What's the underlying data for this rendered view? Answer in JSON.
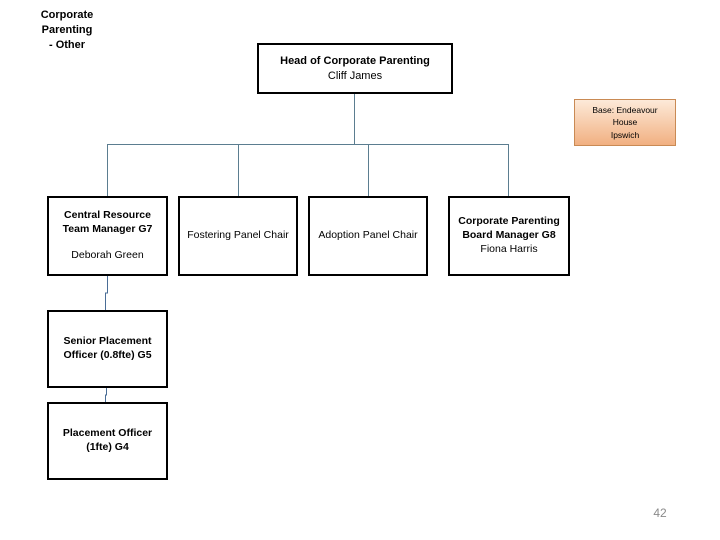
{
  "slide": {
    "title_lines": [
      "Corporate Parenting",
      "- Other"
    ],
    "page_number": "42"
  },
  "boxes": {
    "head": {
      "title_lines": [
        "Head of Corporate Parenting"
      ],
      "name": "Cliff James"
    },
    "central_resource": {
      "title_lines": [
        "Central Resource",
        "Team Manager G7"
      ],
      "name": "Deborah Green"
    },
    "fostering": {
      "title_lines": [
        "Fostering Panel Chair"
      ]
    },
    "adoption": {
      "title_lines": [
        "Adoption Panel Chair"
      ]
    },
    "board_manager": {
      "title_lines": [
        "Corporate Parenting",
        "Board Manager G8"
      ],
      "name": "Fiona Harris"
    },
    "senior_placement": {
      "title_lines": [
        "Senior Placement",
        "Officer (0.8fte) G5"
      ]
    },
    "placement_officer": {
      "title_lines": [
        "Placement Officer",
        "(1fte) G4"
      ]
    }
  },
  "base_note": {
    "lines": [
      "Base: Endeavour",
      "House",
      "Ipswich"
    ]
  },
  "colors": {
    "connector_tree": "#5b7d90",
    "connector_chain": "#4a6d96",
    "base_fill_top": "#fdead9",
    "base_fill_bottom": "#f1b081",
    "base_border": "#c98a54",
    "box_border": "#000000",
    "page_number": "#8a8a8a"
  }
}
